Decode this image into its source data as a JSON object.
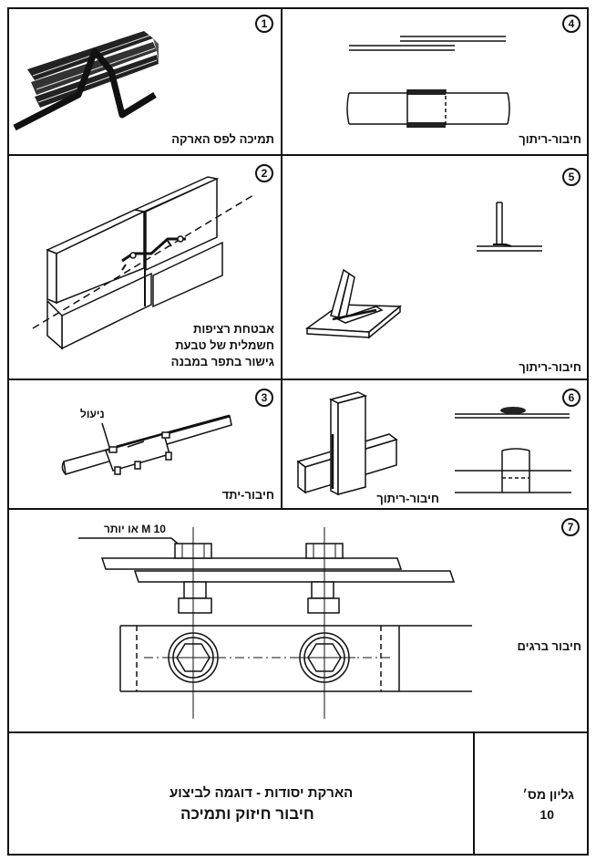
{
  "panels": {
    "p1": {
      "number": "1",
      "caption": "תמיכה לפס הארקה"
    },
    "p2": {
      "number": "2",
      "caption_lines": [
        "אבטחת רציפות",
        "חשמלית של טבעת",
        "גישור בתפר במבנה"
      ]
    },
    "p3": {
      "number": "3",
      "caption": "חיבור-יתד",
      "callout": "ניעול"
    },
    "p4": {
      "number": "4",
      "caption": "חיבור-ריתוך"
    },
    "p5": {
      "number": "5",
      "caption": "חיבור-ריתוך"
    },
    "p6": {
      "number": "6",
      "caption": "חיבור-ריתוך"
    },
    "p7": {
      "number": "7",
      "caption": "חיבור ברגים",
      "callout": "M 10 או יותר"
    }
  },
  "footer": {
    "title_line1": "הארקת יסודות - דוגמה לביצוע",
    "title_line2": "חיבור חיזוק ותמיכה",
    "sheet_label": "גליון מס׳",
    "sheet_number": "10"
  }
}
